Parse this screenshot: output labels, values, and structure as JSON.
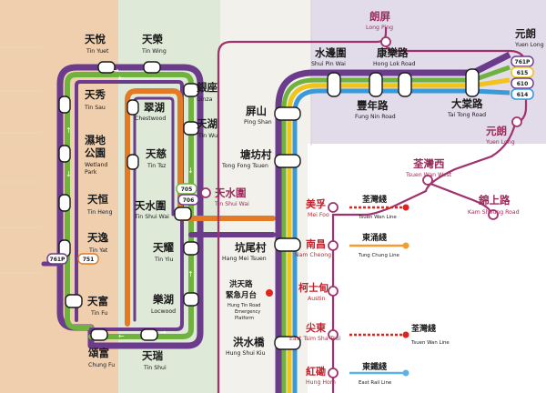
{
  "stations": {
    "tin_yuet": {
      "zh": "天悅",
      "en": "Tin Yuet"
    },
    "tin_wing": {
      "zh": "天榮",
      "en": "Tin Wing"
    },
    "tin_sau": {
      "zh": "天秀",
      "en": "Tin Sau"
    },
    "wetland_park": {
      "zh1": "濕地",
      "zh2": "公園",
      "en1": "Wetland",
      "en2": "Park"
    },
    "chestwood": {
      "zh": "翠湖",
      "en": "Chestwood"
    },
    "ginza": {
      "zh": "銀座",
      "en": "Ginza"
    },
    "tin_wu": {
      "zh": "天湖",
      "en": "Tin Wu"
    },
    "tin_tsz": {
      "zh": "天慈",
      "en": "Tin Tsz"
    },
    "tin_heng": {
      "zh": "天恒",
      "en": "Tin Heng"
    },
    "tin_shui_wai_lrt": {
      "zh": "天水圍",
      "en": "Tin Shui Wai"
    },
    "tin_yat": {
      "zh": "天逸",
      "en": "Tin Yat"
    },
    "tin_yiu": {
      "zh": "天耀",
      "en": "Tin Yiu"
    },
    "locwood": {
      "zh": "樂湖",
      "en": "Locwood"
    },
    "tin_fu": {
      "zh": "天富",
      "en": "Tin Fu"
    },
    "chung_fu": {
      "zh": "頌富",
      "en": "Chung Fu"
    },
    "tin_shui": {
      "zh": "天瑞",
      "en": "Tin Shui"
    },
    "long_ping": {
      "zh": "朗屏",
      "en": "Long Ping"
    },
    "shui_pin_wai": {
      "zh": "水邊圍",
      "en": "Shui Pin Wai"
    },
    "hong_lok_road": {
      "zh": "康樂路",
      "en": "Hong Lok Road"
    },
    "yuen_long_lrt": {
      "zh": "元朗",
      "en": "Yuen Long"
    },
    "fung_nin_road": {
      "zh": "豐年路",
      "en": "Fung Nin Road"
    },
    "tai_tong_road": {
      "zh": "大棠路",
      "en": "Tai Tong Road"
    },
    "yuen_long_west": {
      "zh": "元朗",
      "en": "Yuen Long"
    },
    "ping_shan": {
      "zh": "屏山",
      "en": "Ping Shan"
    },
    "tong_fong_tsuen": {
      "zh": "塘坊村",
      "en": "Tong Fong Tsuen"
    },
    "tin_shui_wai_west": {
      "zh": "天水圍",
      "en": "Tin Shui Wai"
    },
    "hang_mei_tsuen": {
      "zh": "坑尾村",
      "en": "Hang Mei Tsuen"
    },
    "hung_shui_kiu": {
      "zh": "洪水橋",
      "en": "Hung Shui Kiu"
    },
    "tsuen_wan_west": {
      "zh": "荃灣西",
      "en": "Tsuen Wan West"
    },
    "kam_sheung_road": {
      "zh": "錦上路",
      "en": "Kam Sheung Road"
    },
    "mei_foo": {
      "zh": "美孚",
      "en": "Mei Foo"
    },
    "nam_cheong": {
      "zh": "南昌",
      "en": "Nam Cheong"
    },
    "austin": {
      "zh": "柯士甸",
      "en": "Austin"
    },
    "east_tsim_sha_tsui": {
      "zh": "尖東",
      "en": "East Tsim Sha Tsui"
    },
    "hung_hom": {
      "zh": "紅磡",
      "en": "Hung Hom"
    }
  },
  "emergency_platform": {
    "zh1": "洪天路",
    "zh2": "緊急月台",
    "en1": "Hung Tin Road",
    "en2": "Emergency",
    "en3": "Platform"
  },
  "interchange_lines": {
    "tsuen_wan_1": {
      "zh": "荃灣綫",
      "en": "Tsuen Wan Line"
    },
    "tung_chung": {
      "zh": "東涌綫",
      "en": "Tung Chung Line"
    },
    "tsuen_wan_2": {
      "zh": "荃灣綫",
      "en": "Tsuen Wan Line"
    },
    "east_rail": {
      "zh": "東鐵綫",
      "en": "East Rail Line"
    }
  },
  "route_badges": {
    "r761p_a": "761P",
    "r751": "751",
    "r705": "705",
    "r706": "706",
    "r761p_b": "761P",
    "r615": "615",
    "r610": "610",
    "r614": "614"
  },
  "colors": {
    "west_rail": "#a0326e",
    "lrt_purple": "#6b3c8c",
    "lrt_green": "#6fb23e",
    "lrt_orange": "#e27a26",
    "lrt_yellow": "#f0c419",
    "lrt_blue": "#3a9ad9",
    "tsuen_wan_line": "#e2231a",
    "tung_chung_line": "#f39c34",
    "east_rail_line": "#5cb4e6",
    "zone_orange": "#efcfae",
    "zone_green": "#dfe9d7",
    "zone_lilac": "#e2dbe9"
  }
}
